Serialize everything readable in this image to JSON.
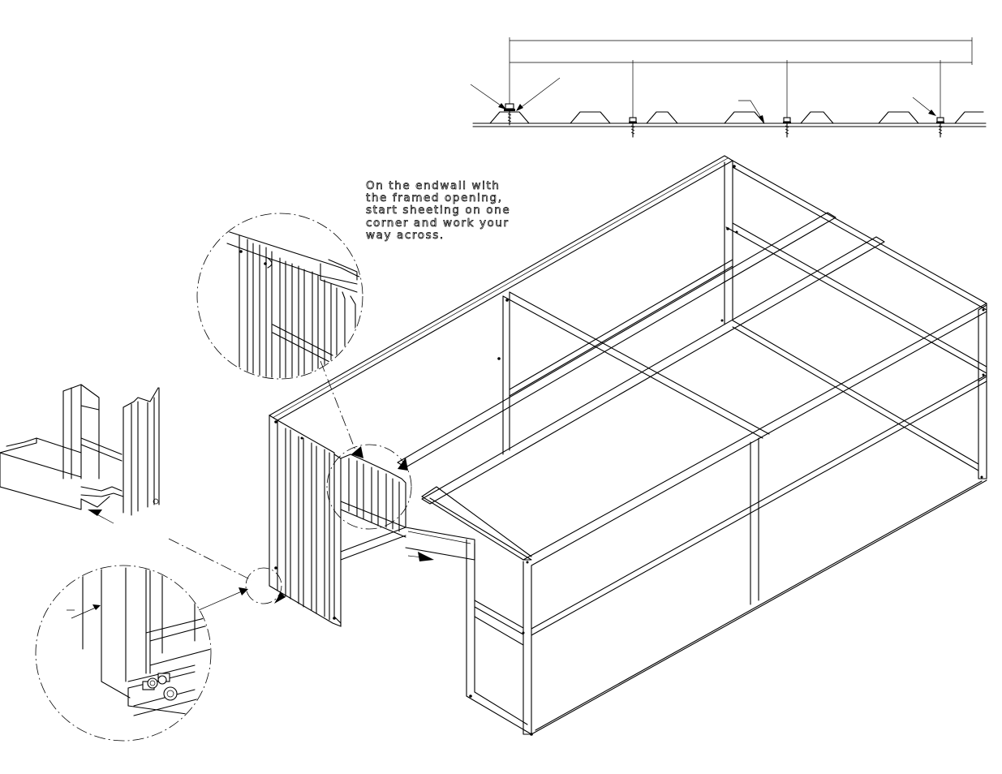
{
  "note": {
    "lines": [
      "On the endwall with",
      "the framed opening,",
      "start sheeting on one",
      "corner and work your",
      "way across."
    ]
  },
  "icons": {
    "fastener": "screw-fastener-icon",
    "arrow": "leader-arrow-icon"
  },
  "colors": {
    "ink": "#000000",
    "paper": "#ffffff"
  }
}
